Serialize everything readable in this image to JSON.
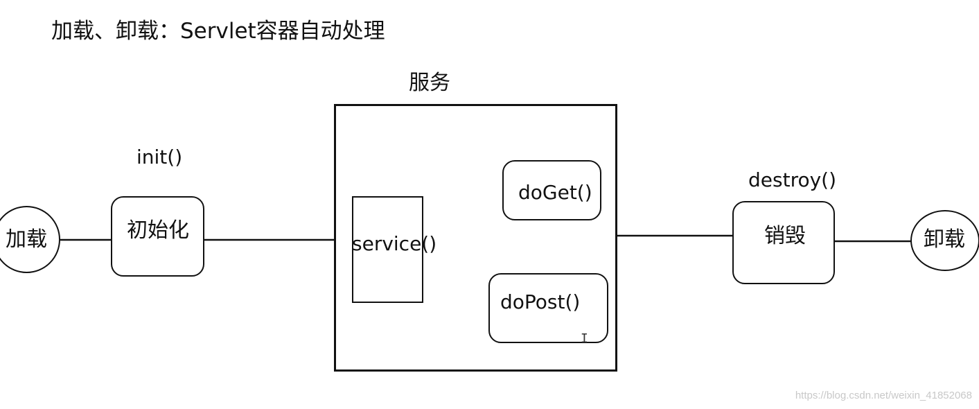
{
  "title": "加载、卸载：Servlet容器自动处理",
  "nodes": {
    "load": "加载",
    "init_method": "init()",
    "init": "初始化",
    "service_group": "服务",
    "service": "service()",
    "doget": "doGet()",
    "dopost": "doPost()",
    "destroy_method": "destroy()",
    "destroy": "销毁",
    "unload": "卸载"
  },
  "watermark": "https://blog.csdn.net/weixin_41852068",
  "colors": {
    "stroke": "#111111",
    "background": "#ffffff",
    "watermark": "#c8c8c8"
  }
}
